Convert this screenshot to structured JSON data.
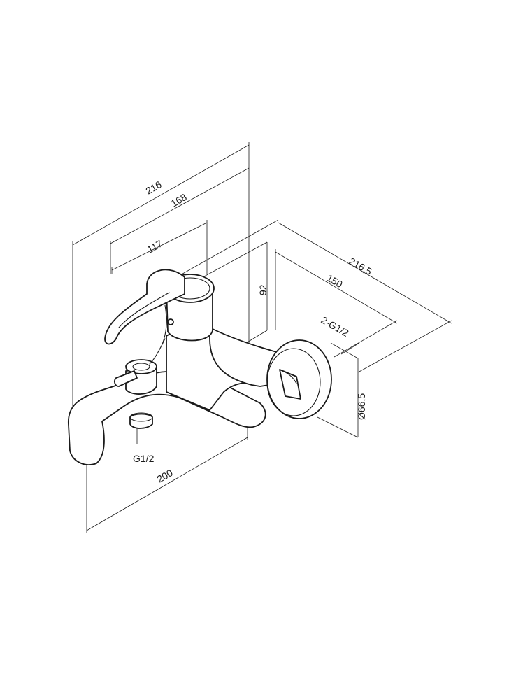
{
  "dimensions": {
    "overall_width": "216",
    "lever_reach": "168",
    "lever_length": "117",
    "height": "92",
    "depth": "216,5",
    "connection_spacing": "150",
    "inlet_thread": "2-G1/2",
    "flange_diameter": "Ø66,5",
    "outlet_thread": "G1/2",
    "spout_reach": "200"
  }
}
